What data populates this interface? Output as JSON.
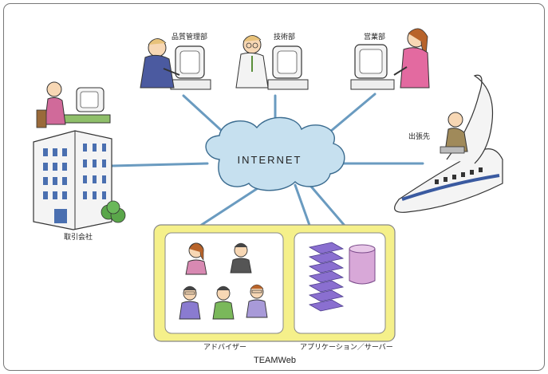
{
  "network": {
    "center_label": "INTERNET",
    "cloud_color": "#c6e0ef",
    "link_color": "#6a9bc0"
  },
  "nodes": {
    "quality": {
      "label": "品質管理部",
      "icon": "person-at-computer-icon"
    },
    "tech": {
      "label": "技術部",
      "icon": "person-at-computer-icon"
    },
    "sales": {
      "label": "営業部",
      "icon": "person-at-computer-icon"
    },
    "partner": {
      "label": "取引会社",
      "icon": "office-building-icon"
    },
    "travel": {
      "label": "出張先",
      "icon": "bullet-train-icon"
    }
  },
  "teamweb": {
    "title": "TEAMWeb",
    "advisors_label": "アドバイザー",
    "server_label": "アプリケーション／サーバー",
    "box_color": "#f5f08a"
  }
}
